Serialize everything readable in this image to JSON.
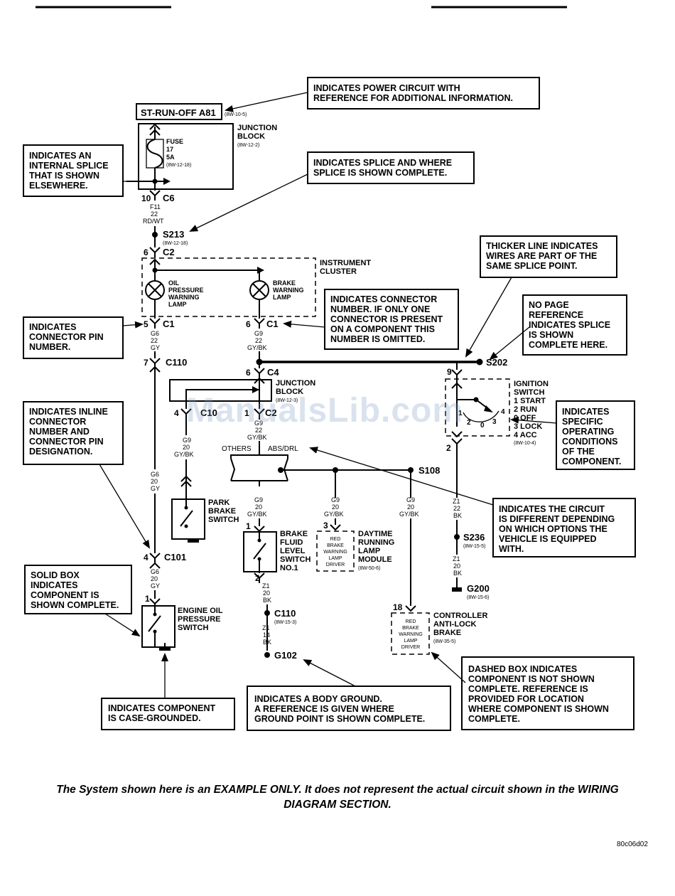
{
  "power": {
    "label": "ST-RUN-OFF A81",
    "ref": "(8W-10-5)"
  },
  "fuse": {
    "l1": "FUSE",
    "l2": "17",
    "l3": "5A",
    "ref": "(8W-12-18)"
  },
  "junction_block_1": {
    "l1": "JUNCTION",
    "l2": "BLOCK",
    "ref": "(8W-12-2)"
  },
  "junction_block_2": {
    "l1": "JUNCTION",
    "l2": "BLOCK",
    "ref": "(8W-12-3)"
  },
  "instrument_cluster": {
    "l1": "INSTRUMENT",
    "l2": "CLUSTER"
  },
  "oil_lamp": {
    "l1": "OIL",
    "l2": "PRESSURE",
    "l3": "WARNING",
    "l4": "LAMP"
  },
  "brake_lamp": {
    "l1": "BRAKE",
    "l2": "WARNING",
    "l3": "LAMP"
  },
  "connectors": {
    "c6_pin": "10",
    "c6": "C6",
    "c2_pin": "6",
    "c2": "C2",
    "c1a_pin": "5",
    "c1a": "C1",
    "c1b_pin": "6",
    "c1b": "C1",
    "c110_pin": "7",
    "c110": "C110",
    "c4_pin": "6",
    "c4": "C4",
    "c101_pin": "4",
    "c101": "C101",
    "jb_pin4": "4",
    "jb_c10": "C10",
    "jb_pin1": "1",
    "jb_c2": "C2",
    "ign_pin9": "9",
    "ign_pin2": "2",
    "park_pin": "",
    "bfl_pin1": "1",
    "bfl_pin2": "2",
    "drl_pin": "3",
    "cab_pin": "18",
    "eop_pin": "1",
    "c110b": "C110",
    "c110b_ref": "(8W-15-3)"
  },
  "wires": {
    "f11": [
      "F11",
      "22",
      "RD/WT"
    ],
    "g6a": [
      "G6",
      "22",
      "GY"
    ],
    "g9a": [
      "G9",
      "22",
      "GY/BK"
    ],
    "g9b": [
      "G9",
      "22",
      "GY/BK"
    ],
    "g9c": [
      "G9",
      "20",
      "GY/BK"
    ],
    "g6b": [
      "G6",
      "20",
      "GY"
    ],
    "g6c": [
      "G6",
      "20",
      "GY"
    ],
    "g9d": [
      "G9",
      "20",
      "GY/BK"
    ],
    "g9e": [
      "G9",
      "20",
      "GY/BK"
    ],
    "g9f": [
      "G9",
      "20",
      "GY/BK"
    ],
    "z1a": [
      "Z1",
      "22",
      "BK"
    ],
    "z1b": [
      "Z1",
      "20",
      "BK"
    ],
    "z1c": [
      "Z1",
      "20",
      "BK"
    ],
    "z1d": [
      "Z1",
      "14",
      "BK"
    ]
  },
  "splices": {
    "s213": "S213",
    "s213_ref": "(8W-12-18)",
    "s202": "S202",
    "s108": "S108",
    "s236": "S236",
    "s236_ref": "(8W-15-5)"
  },
  "grounds": {
    "g200": "G200",
    "g200_ref": "(8W-15-6)",
    "g102": "G102"
  },
  "options": {
    "others": "OTHERS",
    "abs_drl": "ABS/DRL"
  },
  "ignition": {
    "title1": "IGNITION",
    "title2": "SWITCH",
    "p1": "1 START",
    "p2": "2 RUN",
    "p0": "0 OFF",
    "p3": "3 LOCK",
    "p4": "4 ACC",
    "ref": "(8W-10-4)",
    "n1": "1",
    "n2": "2",
    "n0": "0",
    "n3": "3",
    "n4": "4"
  },
  "park_brake": {
    "l1": "PARK",
    "l2": "BRAKE",
    "l3": "SWITCH"
  },
  "brake_fluid": {
    "l1": "BRAKE",
    "l2": "FLUID",
    "l3": "LEVEL",
    "l4": "SWITCH",
    "l5": "NO.1"
  },
  "drl": {
    "inner1": "RED",
    "inner2": "BRAKE",
    "inner3": "WARNING",
    "inner4": "LAMP",
    "inner5": "DRIVER",
    "l1": "DAYTIME",
    "l2": "RUNNING",
    "l3": "LAMP",
    "l4": "MODULE",
    "ref": "(8W-50-6)"
  },
  "cab": {
    "inner1": "RED",
    "inner2": "BRAKE",
    "inner3": "WARNING",
    "inner4": "LAMP",
    "inner5": "DRIVER",
    "l1": "CONTROLLER",
    "l2": "ANTI-LOCK",
    "l3": "BRAKE",
    "ref": "(8W-35-5)"
  },
  "eop": {
    "l1": "ENGINE OIL",
    "l2": "PRESSURE",
    "l3": "SWITCH"
  },
  "callouts": {
    "power": [
      "INDICATES POWER CIRCUIT WITH",
      "REFERENCE FOR ADDITIONAL INFORMATION."
    ],
    "internal_splice": [
      "INDICATES AN",
      "INTERNAL SPLICE",
      "THAT IS SHOWN",
      "ELSEWHERE."
    ],
    "splice": [
      "INDICATES SPLICE AND WHERE",
      "SPLICE IS SHOWN COMPLETE."
    ],
    "thicker": [
      "THICKER LINE INDICATES",
      "WIRES ARE PART OF THE",
      "SAME SPLICE POINT."
    ],
    "no_page": [
      "NO PAGE",
      "REFERENCE",
      "INDICATES SPLICE",
      "IS SHOWN",
      "COMPLETE HERE."
    ],
    "connector_number": [
      "INDICATES CONNECTOR",
      "NUMBER.  IF ONLY ONE",
      "CONNECTOR IS PRESENT",
      "ON A COMPONENT THIS",
      "NUMBER IS OMITTED."
    ],
    "pin_number": [
      "INDICATES",
      "CONNECTOR PIN",
      "NUMBER."
    ],
    "inline": [
      "INDICATES INLINE",
      "CONNECTOR",
      "NUMBER AND",
      "CONNECTOR PIN",
      "DESIGNATION."
    ],
    "operating": [
      "INDICATES",
      "SPECIFIC",
      "OPERATING",
      "CONDITIONS",
      "OF THE",
      "COMPONENT."
    ],
    "circuit_diff": [
      "INDICATES THE CIRCUIT",
      "IS DIFFERENT DEPENDING",
      "ON WHICH OPTIONS THE",
      "VEHICLE IS EQUIPPED",
      "WITH."
    ],
    "solid_box": [
      "SOLID BOX",
      "INDICATES",
      "COMPONENT IS",
      "SHOWN COMPLETE."
    ],
    "dashed_box": [
      "DASHED BOX INDICATES",
      "COMPONENT IS NOT SHOWN",
      "COMPLETE.  REFERENCE IS",
      "PROVIDED FOR LOCATION",
      "WHERE COMPONENT IS SHOWN",
      "COMPLETE."
    ],
    "body_ground": [
      "INDICATES A BODY GROUND.",
      "A REFERENCE IS GIVEN WHERE",
      "GROUND POINT IS SHOWN COMPLETE."
    ],
    "case_grounded": [
      "INDICATES COMPONENT",
      "IS CASE-GROUNDED."
    ]
  },
  "footer": {
    "line1": "The System shown here is an EXAMPLE ONLY. It does not represent the actual circuit shown in the WIRING",
    "line2": "DIAGRAM SECTION."
  },
  "figure_code": "80c06d02",
  "watermark": "ManualsLib.com"
}
